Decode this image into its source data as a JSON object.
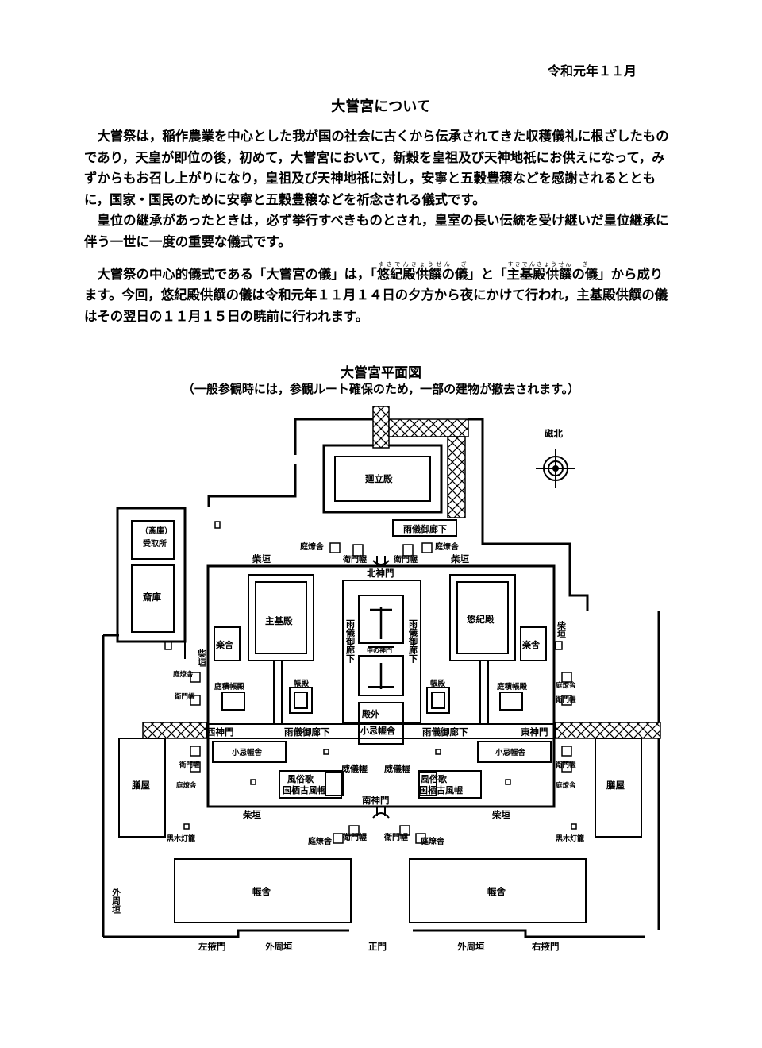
{
  "header": {
    "date": "令和元年１１月"
  },
  "title": "大嘗宮について",
  "paragraphs": {
    "p1": "大嘗祭は，稲作農業を中心とした我が国の社会に古くから伝承されてきた収穫儀礼に根ざしたものであり，天皇が即位の後，初めて，大嘗宮において，新穀を皇祖及び天神地祇にお供えになって，みずからもお召し上がりになり，皇祖及び天神地祇に対し，安寧と五穀豊穣などを感謝されるとともに，国家・国民のために安寧と五穀豊穣などを祈念される儀式です。",
    "p2": "皇位の継承があったときは，必ず挙行すべきものとされ，皇室の長い伝統を受け継いだ皇位継承に伴う一世に一度の重要な儀式です。",
    "p3_a": "大嘗祭の中心的儀式である「大嘗宮の儀」は，「",
    "p3_yuki": "悠紀殿供饌の儀",
    "p3_yuki_ruby": "ゆきでんきょうせん　ぎ",
    "p3_b": "」と「",
    "p3_suki": "主基殿供饌",
    "p3_suki_ruby": "すきでんきょうせん",
    "p3_gi": "の儀",
    "p3_gi_ruby": "ぎ",
    "p3_c": "」から成ります。今回，悠紀殿供饌の儀は令和元年１１月１４日の夕方から夜にかけて行われ，主基殿供饌の儀はその翌日の１１月１５日の暁前に行われます。"
  },
  "plan": {
    "title": "大嘗宮平面図",
    "subtitle": "（一般参観時には，参観ルート確保のため，一部の建物が撤去されます。）",
    "labels": {
      "kairyuden": "廻立殿",
      "ukoden_roka": "雨儀御廊下",
      "saiko_uketori_1": "（斎庫）",
      "saiko_uketori_2": "受取所",
      "saiko": "斎庫",
      "teiryosha": "庭燎舎",
      "eimonaku": "衛門幄",
      "shibagaki": "柴垣",
      "kita_shinmon": "北神門",
      "suki_den": "主基殿",
      "yuki_den": "悠紀殿",
      "gakusha": "楽舎",
      "ukoden_roka_v": "雨儀御廊下",
      "naka_no_shinmon": "中の神門",
      "niwatsumi_choden": "庭積帳殿",
      "choden": "帳殿",
      "dengai_1": "殿外",
      "dengai_2": "小忌幄舎",
      "nishi_shinmon": "西神門",
      "higashi_shinmon": "東神門",
      "omi_akusha": "小忌幄舎",
      "igi_aku": "威儀幄",
      "fuzoku_1": "風俗歌",
      "fuzoku_2": "国栖古風幄",
      "minami_shinmon": "南神門",
      "kashiwaya": "膳屋",
      "kuroki_toro": "黒木灯籠",
      "akusha": "幄舎",
      "gaishugaki": "外周垣",
      "sayakumon": "左掖門",
      "shomon": "正門",
      "uyakumon": "右掖門",
      "jihoku": "磁北"
    }
  }
}
